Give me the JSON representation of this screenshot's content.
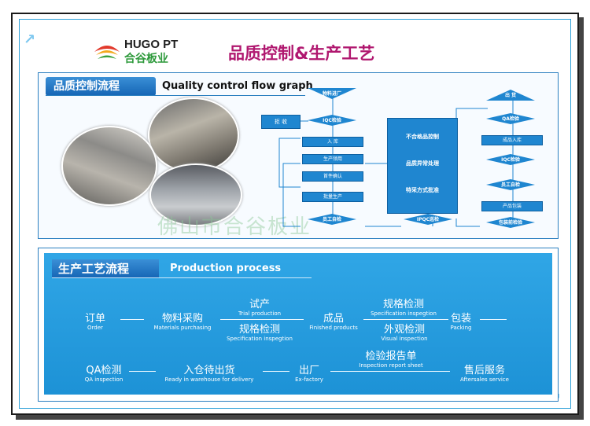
{
  "logo": {
    "text_en": "HUGO PT",
    "text_cn": "合谷板业"
  },
  "title": "品质控制&生产工艺",
  "watermark": "佛山市合谷板业",
  "qc": {
    "heading_cn": "品质控制流程",
    "heading_en": "Quality control flow graph",
    "left_flow": [
      "物料进厂",
      "IQC检验",
      "入 库",
      "生产领用",
      "首件确认",
      "批量生产",
      "员工自检"
    ],
    "reject": "拒 收",
    "ipqc": "IPQC巡检",
    "center": [
      "不合格品控制",
      "品质异常处理",
      "特采方式批准"
    ],
    "right_flow": [
      "出 货",
      "QA检验",
      "成品入库",
      "IQC检验",
      "员工自检",
      "产品包装",
      "包装前检验"
    ]
  },
  "production": {
    "heading_cn": "生产工艺流程",
    "heading_en": "Production process",
    "steps": [
      {
        "cn": "订单",
        "en": "Order"
      },
      {
        "cn": "物料采购",
        "en": "Materials purchasing"
      },
      {
        "cn": "试产",
        "en": "Trial production"
      },
      {
        "cn": "规格检测",
        "en": "Specification inspegtion"
      },
      {
        "cn": "成品",
        "en": "Finished products"
      },
      {
        "cn": "规格检测",
        "en": "Specification inspegtion"
      },
      {
        "cn": "外观检测",
        "en": "Visual inspection"
      },
      {
        "cn": "包装",
        "en": "Packing"
      },
      {
        "cn": "QA检测",
        "en": "QA inspection"
      },
      {
        "cn": "入仓待出货",
        "en": "Ready in warehouse for delivery"
      },
      {
        "cn": "出厂",
        "en": "Ex-factory"
      },
      {
        "cn": "检验报告单",
        "en": "Inspection report sheet"
      },
      {
        "cn": "售后服务",
        "en": "Aftersales service"
      }
    ]
  }
}
